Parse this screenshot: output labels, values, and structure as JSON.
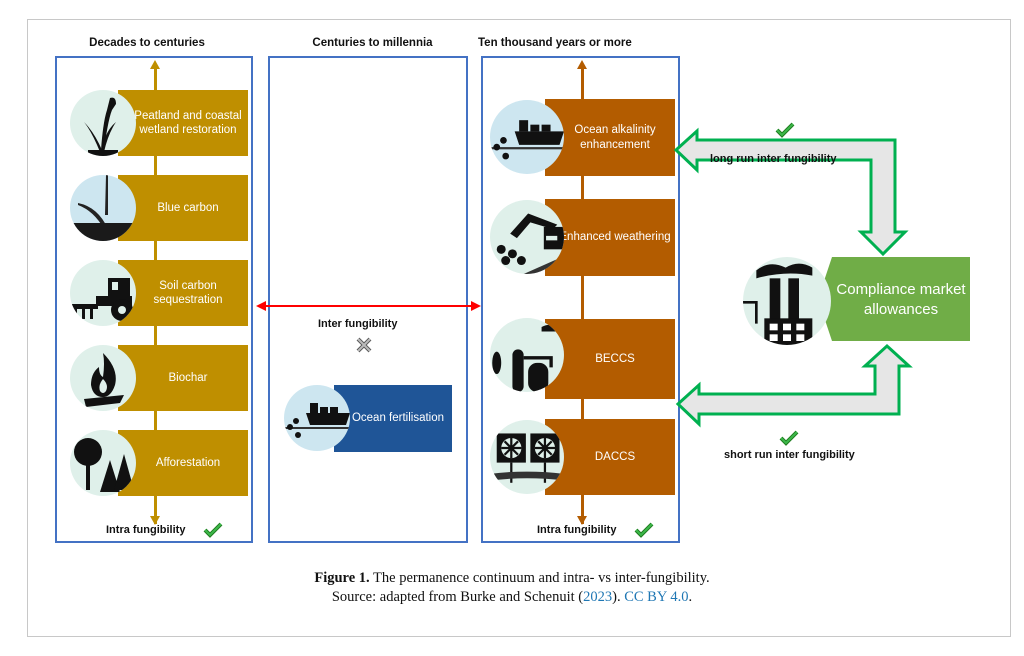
{
  "columns": [
    {
      "heading": "Decades to centuries",
      "color": "#bf8f00",
      "items": [
        {
          "label": "Peatland and coastal wetland restoration",
          "icon": "reed-plant-icon"
        },
        {
          "label": "Blue carbon",
          "icon": "seagrass-icon"
        },
        {
          "label": "Soil carbon sequestration",
          "icon": "tractor-icon"
        },
        {
          "label": "Biochar",
          "icon": "flame-icon"
        },
        {
          "label": "Afforestation",
          "icon": "trees-icon"
        }
      ],
      "footer": "Intra fungibility"
    },
    {
      "heading": "Centuries to millennia",
      "color": "#1f5597",
      "items": [
        {
          "label": "Ocean fertilisation",
          "icon": "ship-icon"
        }
      ],
      "middle_label": "Inter fungibility"
    },
    {
      "heading": "Ten thousand years or more",
      "color": "#b35c00",
      "items": [
        {
          "label": "Ocean alkalinity enhancement",
          "icon": "ship-icon"
        },
        {
          "label": "Enhanced weathering",
          "icon": "excavator-icon"
        },
        {
          "label": "BECCS",
          "icon": "bioenergy-plant-icon"
        },
        {
          "label": "DACCS",
          "icon": "fans-icon"
        }
      ],
      "footer": "Intra fungibility"
    }
  ],
  "compliance": {
    "label": "Compliance market allowances",
    "color": "#70ad47",
    "icon": "factory-icon"
  },
  "arrows": {
    "long_run_label": "long run inter fungibility",
    "short_run_label": "short run inter fungibility",
    "inter_color": "#ff0000",
    "fungible_color": "#00b050"
  },
  "caption": {
    "figure_label": "Figure 1.",
    "title": " The permanence continuum and intra- vs inter-fungibility.",
    "source_prefix": "Source: adapted from Burke and Schenuit (",
    "source_year": "2023",
    "source_suffix": "). ",
    "license": "CC BY 4.0",
    "end": "."
  }
}
